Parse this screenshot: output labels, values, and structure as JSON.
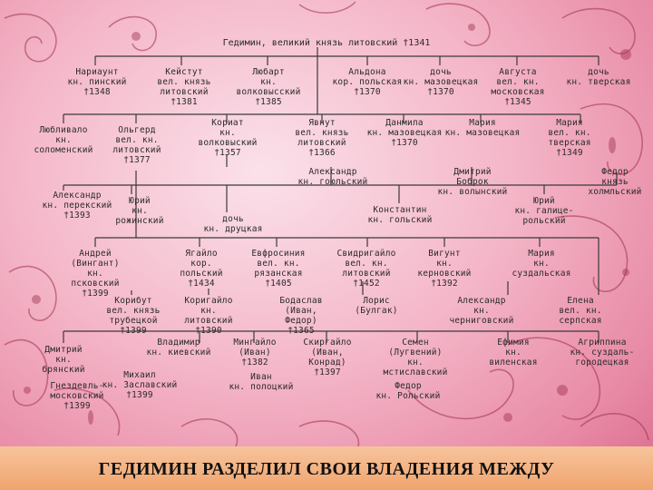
{
  "title": "Гедимин, великий князь литовский †1341",
  "caption": "ГЕДИМИН РАЗДЕЛИЛ СВОИ ВЛАДЕНИЯ МЕЖДУ",
  "colors": {
    "background": "#f4b6c8",
    "line": "#3a3a3a",
    "text": "#2b2b2b",
    "bottom_bar": "#f0a46e",
    "ornament": "#a03050"
  },
  "row1": [
    "Нариаунт\nкн. пинский\n†1348",
    "Кейстут\nвел. князь\nлитовский\n†1381",
    "Любарт\nкн.\nволковысский\n†1385",
    "Альдона\nкор. польская\n†1370",
    "дочь\nкн. мазовецкая\n†1370",
    "Августа\nвел. кн.\nмосковская\n†1345",
    "дочь\nкн. тверская"
  ],
  "row2": [
    "Любливало\nкн.\nсоломенский",
    "Ольгерд\nвел. кн.\nлитовский\n†1377",
    "Кориат\nкн.\nволковыский\n†1357",
    "Явнут\nвел. князь\nлитовский\n†1366",
    "Данмила\nкн. мазовецкая\n†1370",
    "Мария\nкн. мазовецкая",
    "Мария\nвел. кн.\nтверская\n†1349"
  ],
  "row3": [
    "Александр\nкн. перекский\n†1393",
    "Юрий\nкн.\nрожинский",
    "дочь\nкн. друцкая",
    "Александр\nкн. гоюльский",
    "Дмитрий\nБоброк\nкн. волынский",
    "Константин\nкн. гольский",
    "Федор\nкнязь\nхолмльский",
    "Юрий\nкн. галице-\nрольский"
  ],
  "row4": [
    "Андрей\n(Вингант)\nкн.\nпсковский\n†1399",
    "Ягайло\nкор.\nпольский\n†1434",
    "Евфросиния\nвел. кн.\nрязанская\n†1405",
    "Свидригайло\nвел. кн.\nлитовский\n†1452",
    "Вигунт\nкн.\nкерновский\n†1392",
    "Мария\nкн.\nсуздальская"
  ],
  "row5": [
    "Корибут\nвел. князь\nтрубецкой\n†1399",
    "Коригайло\nкн.\nлитовский\n†1390",
    "Бодаслав\n(Иван,\nФедор)\n†1365",
    "Лорис\n(Булгак)",
    "Александр\nкн.\nчерниговский",
    "Елена\nвел. кн.\nсерпская"
  ],
  "row6": [
    "Дмитрий\nкн.\nбрянский",
    "Владимир\nкн. киевский",
    "Мингайло\n(Иван)\n†1382",
    "Скиргайло\n(Иван,\nКонрад)\n†1397",
    "Семен\n(Лугвений)\nкн.\nмстиславский",
    "Ефимия\nкн.\nвиленская",
    "Агриппина\nкн. суздаль-\nгородецкая"
  ],
  "row7": [
    "Гнездевль-\nмосковский\n†1399",
    "Михаил\nкн. Заславский\n†1399",
    "Иван\nкн. полоцкий",
    "Федор\nкн. Рольский"
  ]
}
